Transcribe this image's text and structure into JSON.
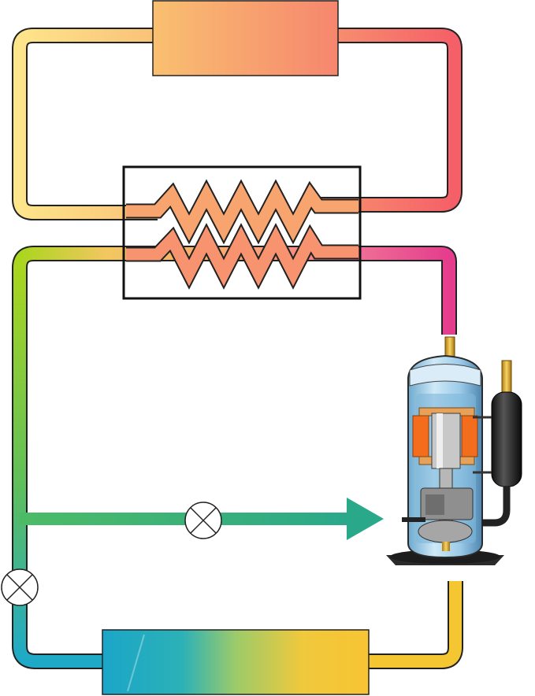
{
  "diagram": {
    "components": [
      {
        "id": "condenser",
        "kind": "heat-exchanger-box",
        "icon": "rectangle"
      },
      {
        "id": "internal-heat-exchanger",
        "kind": "heat-exchanger",
        "icon": "zigzag-coils"
      },
      {
        "id": "compressor",
        "kind": "rotary-compressor",
        "icon": "compressor-cutaway"
      },
      {
        "id": "expansion-valve-main",
        "kind": "expansion-valve",
        "icon": "circle-x"
      },
      {
        "id": "expansion-valve-injection",
        "kind": "expansion-valve",
        "icon": "circle-x"
      },
      {
        "id": "evaporator",
        "kind": "heat-exchanger-box",
        "icon": "rectangle"
      }
    ],
    "colors": {
      "hot_orange": "#f79a6e",
      "hot_red": "#f76b6b",
      "warm_yellow": "#fcd46a",
      "pink": "#e43d8d",
      "green": "#a9d61e",
      "teal": "#2aa8a4",
      "cold_blue": "#1ea9c9",
      "gold": "#f4c732",
      "compressor_shell": "#a8d3ec",
      "motor_orange": "#f46d1c",
      "accumulator": "#1a1a1a"
    }
  }
}
